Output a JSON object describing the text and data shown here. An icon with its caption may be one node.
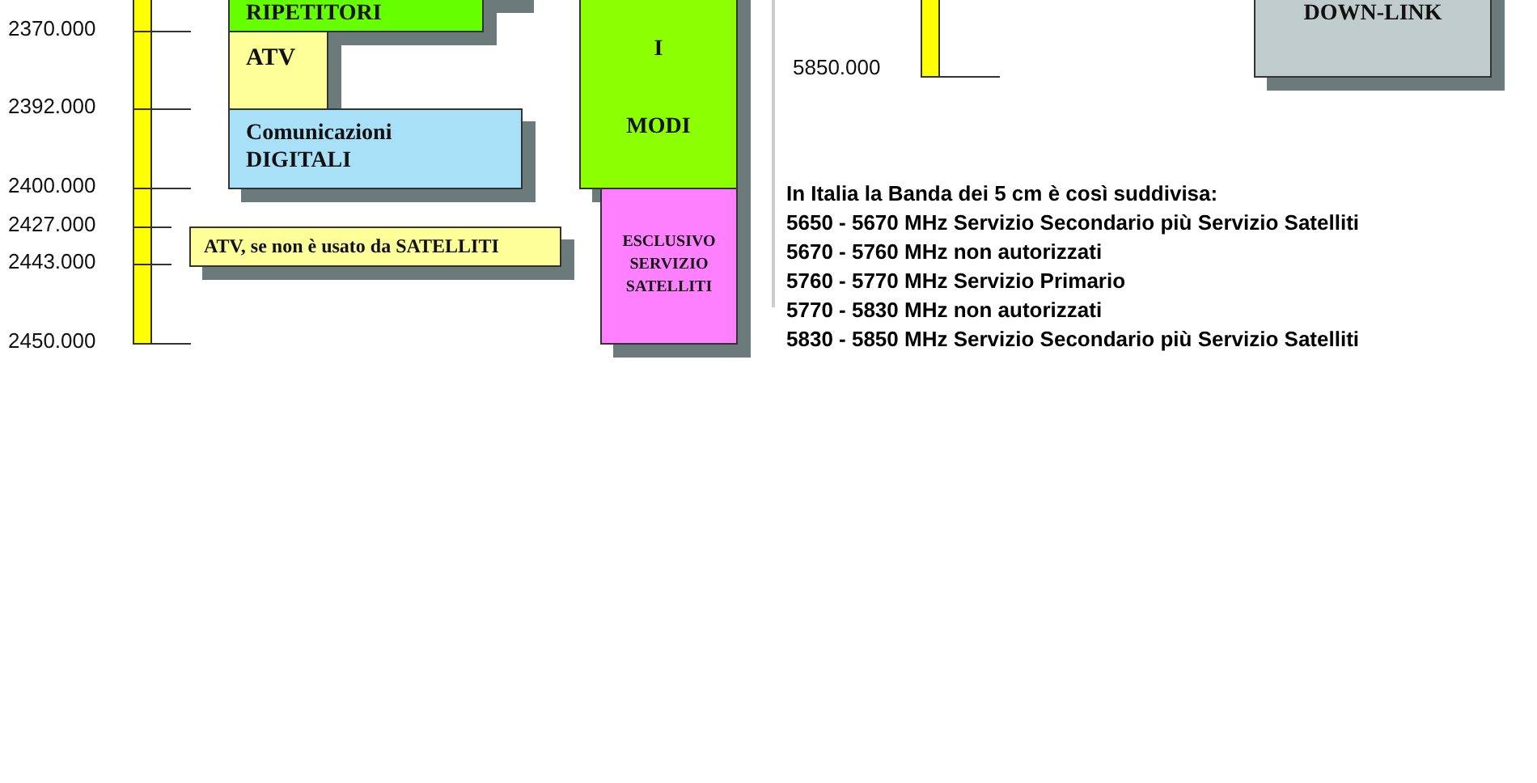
{
  "diagram": {
    "nodes": [
      {
        "text": [],
        "shape": "bar"
      },
      {
        "text": [
          "RIPETITORI"
        ]
      },
      {
        "text": [
          "ATV"
        ]
      },
      {
        "text": [
          "Comunicazioni DIGITALI"
        ]
      },
      {
        "text": [
          "ATV, se non è usato da SATELLITI"
        ]
      },
      {
        "text": [
          "I MODI"
        ]
      },
      {
        "text": [
          "ESCLUSIVO SERVIZIO SATELLITI"
        ]
      },
      {
        "text": [],
        "shape": "bar"
      },
      {
        "text": [
          "DOWN-LINK"
        ]
      }
    ],
    "labels": [
      "2370.000",
      "2392.000",
      "2400.000",
      "2427.000",
      "2443.000",
      "2450.000",
      "5850.000",
      "In Italia la Banda dei 5 cm è così suddivisa:",
      "5650 - 5670 MHz Servizio Secondario più Servizio Satelliti",
      "5670 - 5760 MHz non autorizzati",
      "5760 - 5770 MHz Servizio Primario",
      "5770 - 5830 MHz non autorizzati",
      "5830 - 5850 MHz Servizio Secondario più Servizio Satelliti"
    ]
  }
}
